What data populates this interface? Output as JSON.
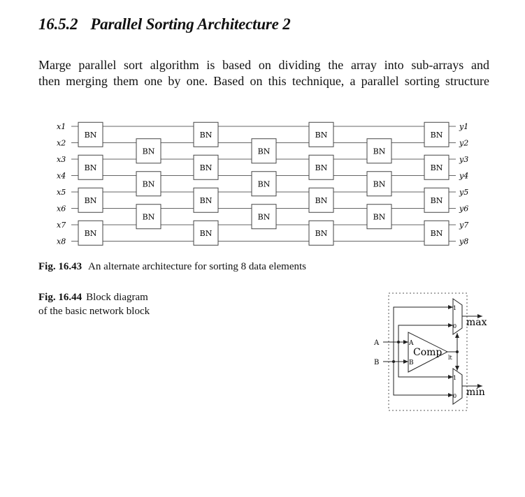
{
  "section": {
    "number": "16.5.2",
    "title": "Parallel Sorting Architecture 2"
  },
  "paragraph": {
    "line1": "Marge parallel sort algorithm is based on dividing the array into sub-arrays and",
    "line2": "then merging them one by one. Based on this technique, a parallel sorting structure"
  },
  "figure_43": {
    "label": "Fig. 16.43",
    "caption": "An alternate architecture for sorting 8 data elements",
    "block_label": "BN",
    "inputs": [
      "x1",
      "x2",
      "x3",
      "x4",
      "x5",
      "x6",
      "x7",
      "x8"
    ],
    "outputs": [
      "y1",
      "y2",
      "y3",
      "y4",
      "y5",
      "y6",
      "y7",
      "y8"
    ]
  },
  "figure_44": {
    "label": "Fig. 16.44",
    "caption_line1": "Block diagram",
    "caption_line2": "of the basic network block",
    "input_a": "A",
    "input_b": "B",
    "comparator_label": "Comp",
    "port_a": "A",
    "port_b": "B",
    "port_lt": "lt",
    "mux_in_1": "1",
    "mux_in_0": "0",
    "output_max": "max",
    "output_min": "min"
  }
}
